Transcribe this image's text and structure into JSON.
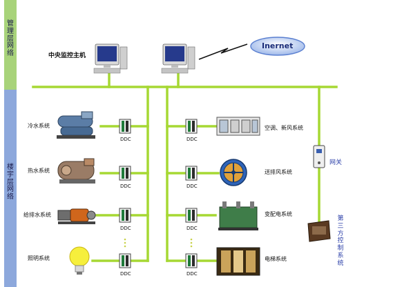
{
  "layers": {
    "management": "管理层网络",
    "building": "楼宇层网络"
  },
  "mgmt": {
    "host_label": "中央监控主机",
    "internet_label": "Inernet"
  },
  "left_systems": [
    {
      "label": "冷水系统",
      "ddc": "DDC"
    },
    {
      "label": "热水系统",
      "ddc": "DDC"
    },
    {
      "label": "给排水系统",
      "ddc": "DDC"
    },
    {
      "label": "照明系统",
      "ddc": "DDC"
    }
  ],
  "right_systems": [
    {
      "label": "空调、新风系统",
      "ddc": "DDC"
    },
    {
      "label": "送排风系统",
      "ddc": "DDC"
    },
    {
      "label": "变配电系统",
      "ddc": "DDC"
    },
    {
      "label": "电梯系统",
      "ddc": "DDC"
    }
  ],
  "gateway_label": "网关",
  "third_party_label": "第三方控制系统",
  "colors": {
    "bus_green": "#a6d833",
    "band_green": "#a8d37a",
    "band_blue": "#8da8dc",
    "label_blue": "#2b3fa8"
  }
}
